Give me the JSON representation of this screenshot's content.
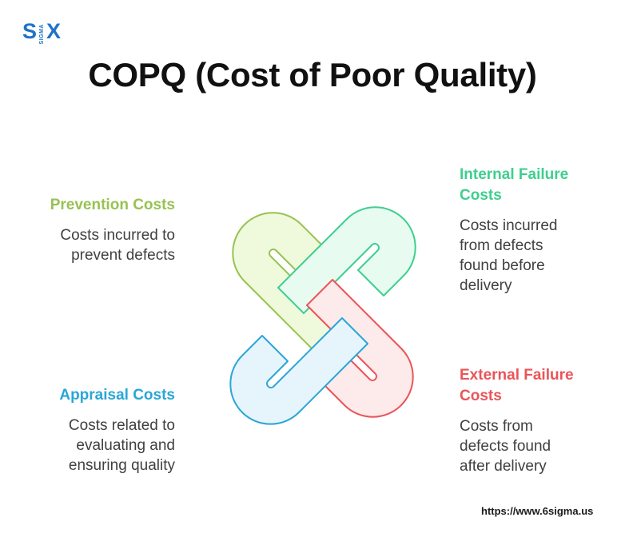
{
  "logo": {
    "s": "S",
    "sigma": "SIGMA",
    "x": "X"
  },
  "title": "COPQ (Cost of Poor Quality)",
  "items": {
    "prevention": {
      "heading": "Prevention Costs",
      "desc": [
        "Costs incurred to",
        "prevent defects"
      ],
      "color": "#98c251"
    },
    "appraisal": {
      "heading": "Appraisal Costs",
      "desc": [
        "Costs related to",
        "evaluating and",
        "ensuring quality"
      ],
      "color": "#2aa6d8"
    },
    "internal": {
      "heading": [
        "Internal Failure",
        "Costs"
      ],
      "desc": [
        "Costs incurred",
        "from defects",
        "found before",
        "delivery"
      ],
      "color": "#3ecf8e"
    },
    "external": {
      "heading": [
        "External Failure",
        "Costs"
      ],
      "desc": [
        "Costs from",
        "defects found",
        "after delivery"
      ],
      "color": "#ea5459"
    }
  },
  "footer_url": "https://www.6sigma.us"
}
